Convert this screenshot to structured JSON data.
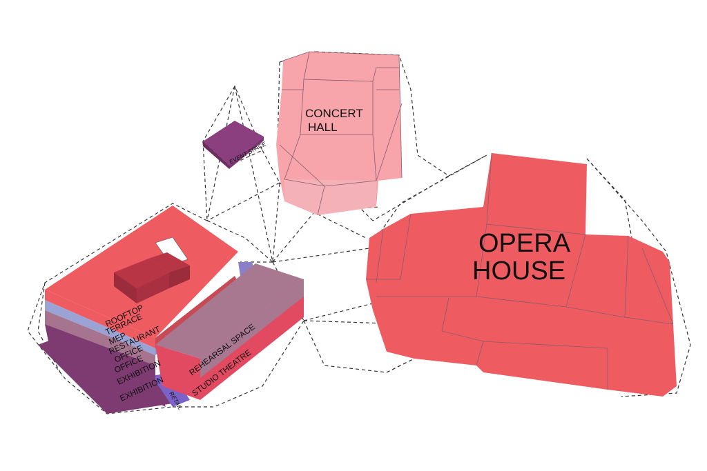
{
  "diagram": {
    "colors": {
      "opera": "#ee5c62",
      "concert": "#f7a4ab",
      "event": "#8b3f7e",
      "terrace": "#ee5c62",
      "mep": "#9aa3d3",
      "office": "#a6748e",
      "exhibition": "#7d3b72",
      "retail": "#7a62c8",
      "rehearsal": "#a87790",
      "studio": "#e24a62",
      "link": "#333333"
    },
    "labels": {
      "opera_line1": "OPERA",
      "opera_line2": "HOUSE",
      "concert_line1": "CONCERT",
      "concert_line2": "HALL",
      "event_space": "EVENT SPACE",
      "rooftop": "ROOFTOP",
      "terrace": "TERRACE",
      "mep": "MEP",
      "restaurant": "RESTAURANT",
      "office_1": "OFFICE",
      "office_2": "OFFICE",
      "exhibition_1": "EXHIBITION",
      "exhibition_2": "EXHIBITION",
      "retail": "RETAIL",
      "rehearsal_space": "REHEARSAL SPACE",
      "studio_theatre": "STUDIO THEATRE"
    }
  }
}
